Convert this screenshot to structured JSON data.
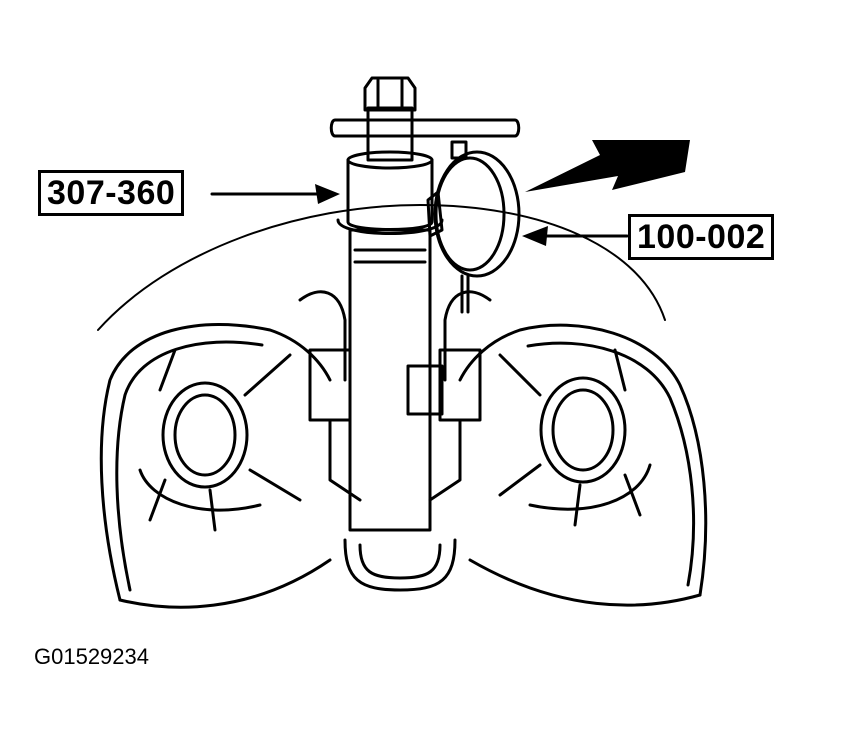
{
  "callouts": {
    "tool_a": "307-360",
    "tool_b": "100-002"
  },
  "figure_code": "G01529234",
  "colors": {
    "ink": "#000000",
    "paper": "#ffffff"
  }
}
